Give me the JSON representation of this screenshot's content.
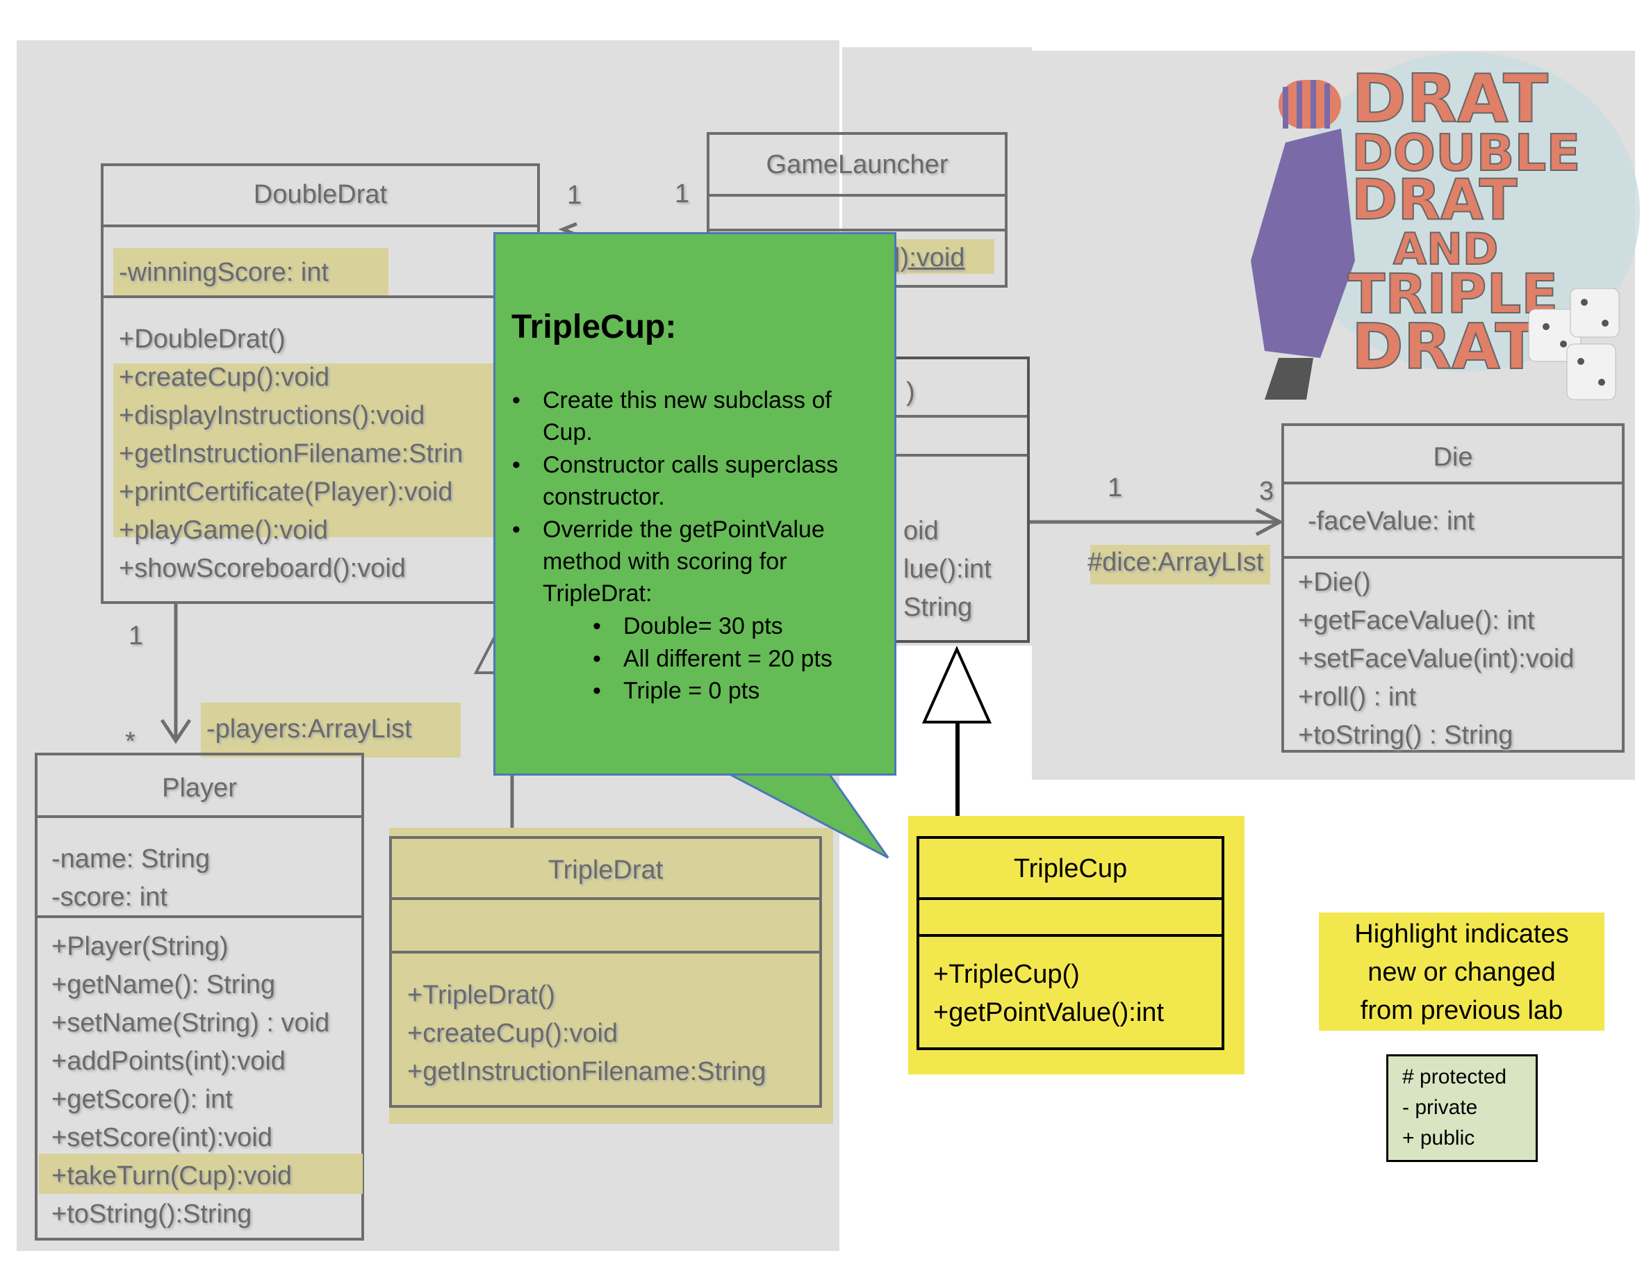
{
  "double_drat": {
    "name": "DoubleDrat",
    "attributes": [
      "-winningScore: int"
    ],
    "methods": [
      "+DoubleDrat()",
      "+createCup():void",
      "+displayInstructions():void",
      "+getInstructionFilename:Strin",
      "+printCertificate(Player):void",
      "+playGame():void",
      "+showScoreboard():void"
    ]
  },
  "game_launcher": {
    "name": "GameLauncher",
    "method_fragment": "]):void"
  },
  "cup_fragments": {
    "title": ")",
    "methods": [
      "oid",
      "lue():int",
      "String"
    ]
  },
  "die": {
    "name": "Die",
    "attributes": [
      "-faceValue: int"
    ],
    "methods": [
      "+Die()",
      "+getFaceValue(): int",
      "+setFaceValue(int):void",
      "+roll() : int",
      "+toString() : String"
    ]
  },
  "player": {
    "name": "Player",
    "attributes": [
      "-name: String",
      "-score: int"
    ],
    "methods": [
      "+Player(String)",
      "+getName(): String",
      "+setName(String) : void",
      "+addPoints(int):void",
      "+getScore(): int",
      "+setScore(int):void",
      "+takeTurn(Cup):void",
      "+toString():String"
    ]
  },
  "triple_drat": {
    "name": "TripleDrat",
    "methods": [
      "+TripleDrat()",
      "+createCup():void",
      "+getInstructionFilename:String"
    ]
  },
  "triple_cup": {
    "name": "TripleCup",
    "methods": [
      "+TripleCup()",
      "+getPointValue():int"
    ]
  },
  "associations": {
    "dd_gl_left": "1",
    "dd_gl_right": "1",
    "dd_player_top": "1",
    "dd_player_bottom": "*",
    "players_label": "-players:ArrayList",
    "cup_die_left": "1",
    "cup_die_right": "3",
    "dice_label": "#dice:ArrayLIst"
  },
  "callout": {
    "title": "TripleCup:",
    "bullets": [
      "Create this new subclass of",
      "Cup.",
      "Constructor calls superclass",
      "constructor.",
      "Override the getPointValue",
      "method with scoring for",
      "TripleDrat:"
    ],
    "sub_bullets": [
      "Double= 30 pts",
      "All different = 20 pts",
      "Triple = 0  pts"
    ]
  },
  "note": [
    "Highlight indicates",
    "new or changed",
    "from previous lab"
  ],
  "key": [
    "# protected",
    "- private",
    "+ public"
  ],
  "logo": {
    "lines": [
      "DRAT",
      "DOUBLE",
      "DRAT",
      "AND",
      "TRIPLE",
      "DRAT"
    ]
  },
  "colors": {
    "highlight": "#d8d29a",
    "callout": "#65bb55",
    "new_class": "#f2e84e",
    "key_bg": "#d9e4c3",
    "logo_text": "#e08068"
  }
}
